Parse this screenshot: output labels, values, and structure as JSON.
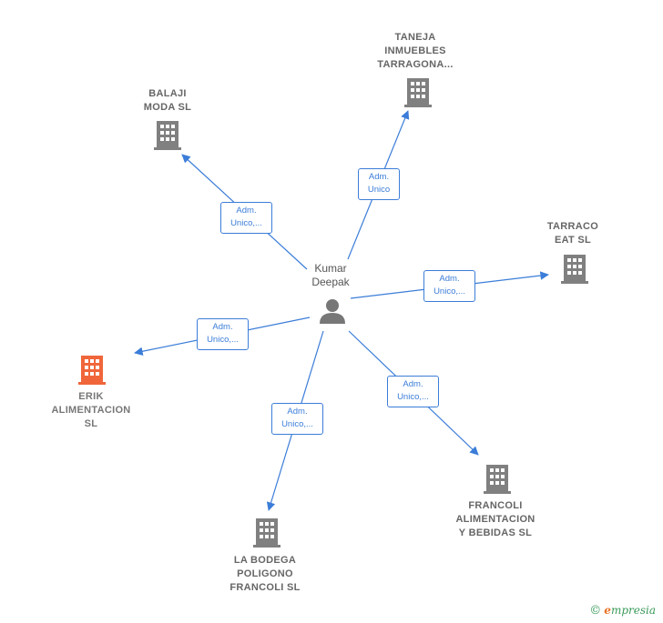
{
  "center": {
    "label": "Kumar\nDeepak"
  },
  "nodes": {
    "taneja": {
      "label": "TANEJA\nINMUEBLES\nTARRAGONA...",
      "color": "#808080"
    },
    "balaji": {
      "label": "BALAJI\nMODA SL",
      "color": "#808080"
    },
    "tarraco": {
      "label": "TARRACO\nEAT  SL",
      "color": "#808080"
    },
    "erik": {
      "label": "ERIK\nALIMENTACION\nSL",
      "color": "#f0663a"
    },
    "francoli": {
      "label": "FRANCOLI\nALIMENTACION\nY BEBIDAS  SL",
      "color": "#808080"
    },
    "bodega": {
      "label": "LA BODEGA\nPOLIGONO\nFRANCOLI  SL",
      "color": "#808080"
    }
  },
  "edges": {
    "taneja": "Adm.\nUnico",
    "balaji": "Adm.\nUnico,...",
    "tarraco": "Adm.\nUnico,...",
    "erik": "Adm.\nUnico,...",
    "francoli": "Adm.\nUnico,...",
    "bodega": "Adm.\nUnico,..."
  },
  "colors": {
    "edge": "#3b7dd8",
    "person": "#777777"
  },
  "footer": {
    "copyright": "©",
    "brand_e": "e",
    "brand_rest": "mpresia"
  }
}
